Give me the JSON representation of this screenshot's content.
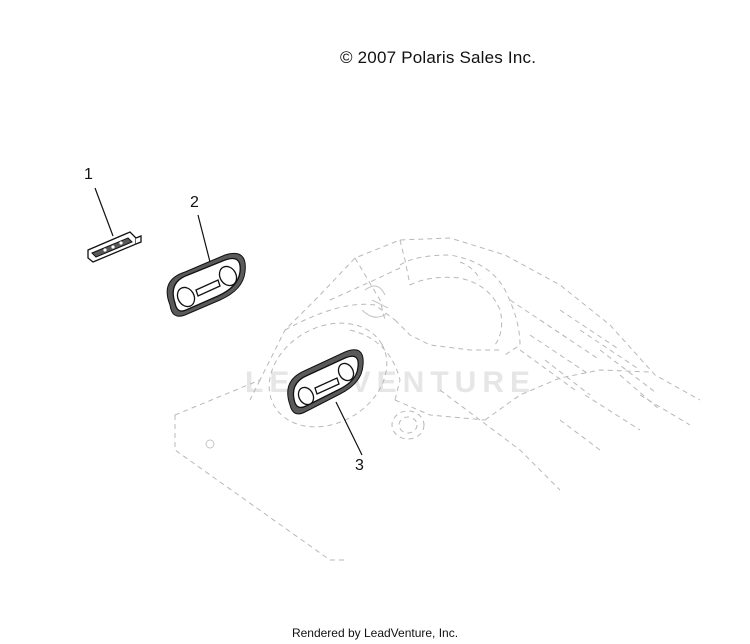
{
  "copyright": "© 2007 Polaris Sales Inc.",
  "watermark": "LEADVENTURE",
  "footer": "Rendered by LeadVenture, Inc.",
  "callouts": [
    {
      "label": "1"
    },
    {
      "label": "2"
    },
    {
      "label": "3"
    }
  ]
}
